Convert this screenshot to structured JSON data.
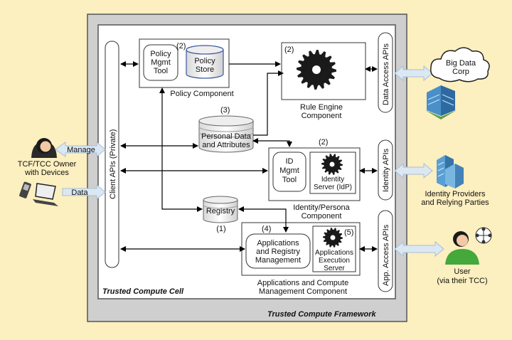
{
  "framework": {
    "label": "Trusted Compute Framework",
    "cell_label": "Trusted Compute Cell"
  },
  "client_apis": {
    "label": "Client APIs (Private)"
  },
  "policy": {
    "number": "(2)",
    "tool_l1": "Policy",
    "tool_l2": "Mgmt",
    "tool_l3": "Tool",
    "store_l1": "Policy",
    "store_l2": "Store",
    "component": "Policy Component"
  },
  "rule_engine": {
    "number": "(2)",
    "l1": "Rule Engine",
    "l2": "Component"
  },
  "personal_data": {
    "number": "(3)",
    "l1": "Personal Data",
    "l2": "and Attributes"
  },
  "identity": {
    "number": "(2)",
    "tool_l1": "ID",
    "tool_l2": "Mgmt",
    "tool_l3": "Tool",
    "server_l1": "Identity",
    "server_l2": "Server (IdP)",
    "comp_l1": "Identity/Persona",
    "comp_l2": "Component"
  },
  "registry": {
    "label": "Registry",
    "number": "(1)"
  },
  "apps": {
    "number": "(4)",
    "mgmt_l1": "Applications",
    "mgmt_l2": "and Registry",
    "mgmt_l3": "Management",
    "exec_number": "(5)",
    "exec_l1": "Applications",
    "exec_l2": "Execution",
    "exec_l3": "Server",
    "comp_l1": "Applications and Compute",
    "comp_l2": "Management Component"
  },
  "right_apis": {
    "data": "Data Access APIs",
    "identity": "Identity APIs",
    "app": "App. Access APIs"
  },
  "left": {
    "owner_l1": "TCF/TCC Owner",
    "owner_l2": "with Devices",
    "manage": "Manage",
    "data": "Data"
  },
  "external": {
    "big_data_l1": "Big Data",
    "big_data_l2": "Corp",
    "idp_l1": "Identity Providers",
    "idp_l2": "and Relying Parties",
    "user_l1": "User",
    "user_l2": "(via their TCC)"
  },
  "colors": {
    "background": "#fcefc0",
    "framework_fill": "#cfcfcf",
    "gear": "#1a1a1a",
    "arrow_fill": "#dbe8f3"
  }
}
